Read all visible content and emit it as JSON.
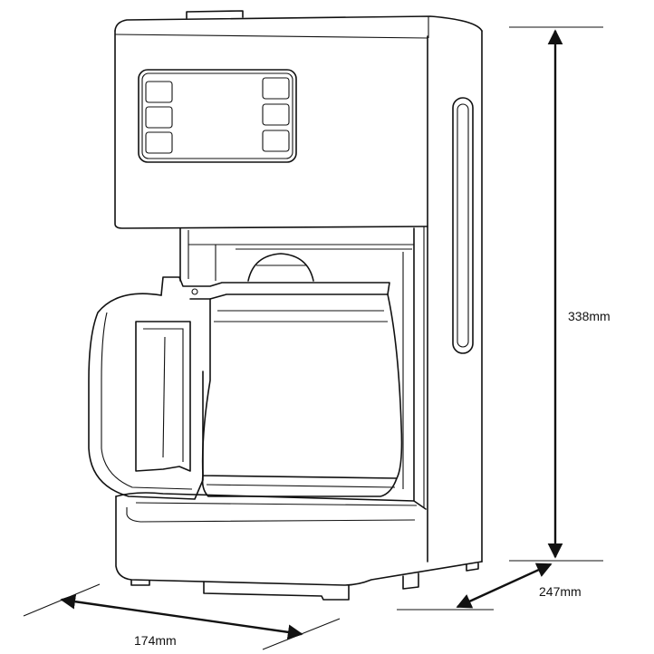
{
  "dimensions": {
    "height": "338mm",
    "depth": "247mm",
    "width": "174mm"
  }
}
